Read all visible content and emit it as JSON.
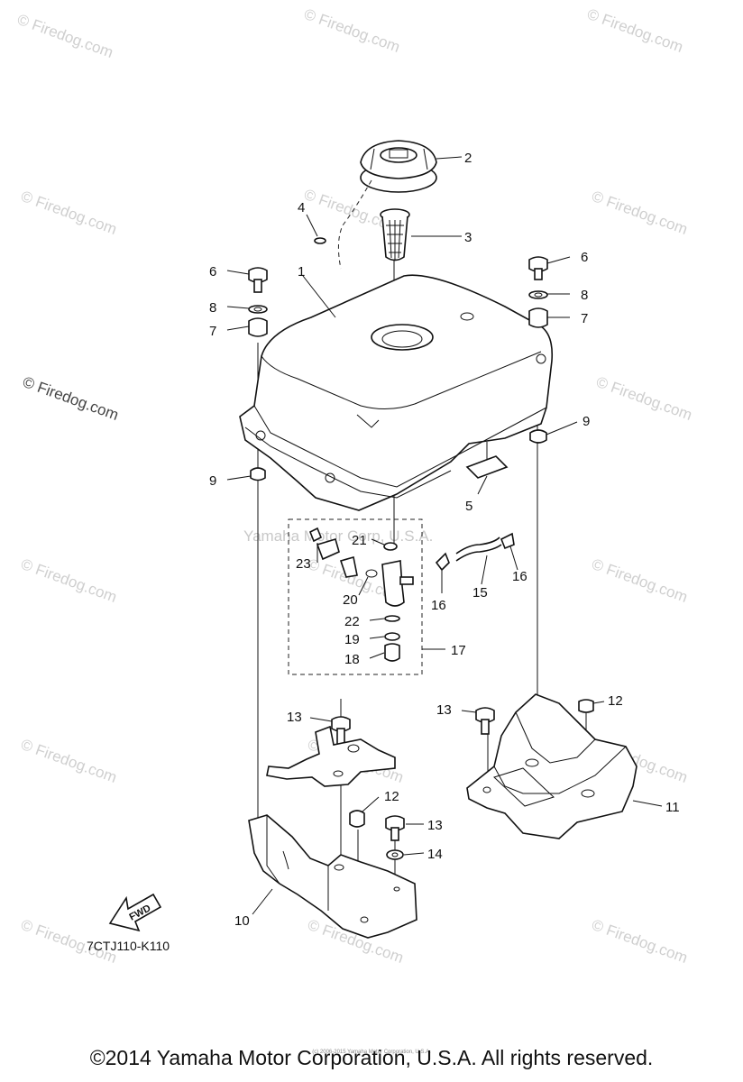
{
  "watermark": {
    "text": "© Firedog.com",
    "center_text": "Yamaha Motor Corp, U.S.A."
  },
  "diagram_code": "7CTJ110-K110",
  "fwd_label": "FWD",
  "footer": {
    "copyright": "©2014 Yamaha Motor Corporation, U.S.A. All rights reserved.",
    "fine_print": "(c) 2006-2015 Yamaha Motor Corporation, U.S.A."
  },
  "callouts": {
    "p1": "1",
    "p2": "2",
    "p3": "3",
    "p4": "4",
    "p5": "5",
    "p6a": "6",
    "p6b": "6",
    "p7a": "7",
    "p7b": "7",
    "p8a": "8",
    "p8b": "8",
    "p9a": "9",
    "p9b": "9",
    "p10": "10",
    "p11": "11",
    "p12a": "12",
    "p12b": "12",
    "p13a": "13",
    "p13b": "13",
    "p13c": "13",
    "p14": "14",
    "p15": "15",
    "p16a": "16",
    "p16b": "16",
    "p17": "17",
    "p18": "18",
    "p19": "19",
    "p20": "20",
    "p21": "21",
    "p22": "22",
    "p23": "23"
  }
}
